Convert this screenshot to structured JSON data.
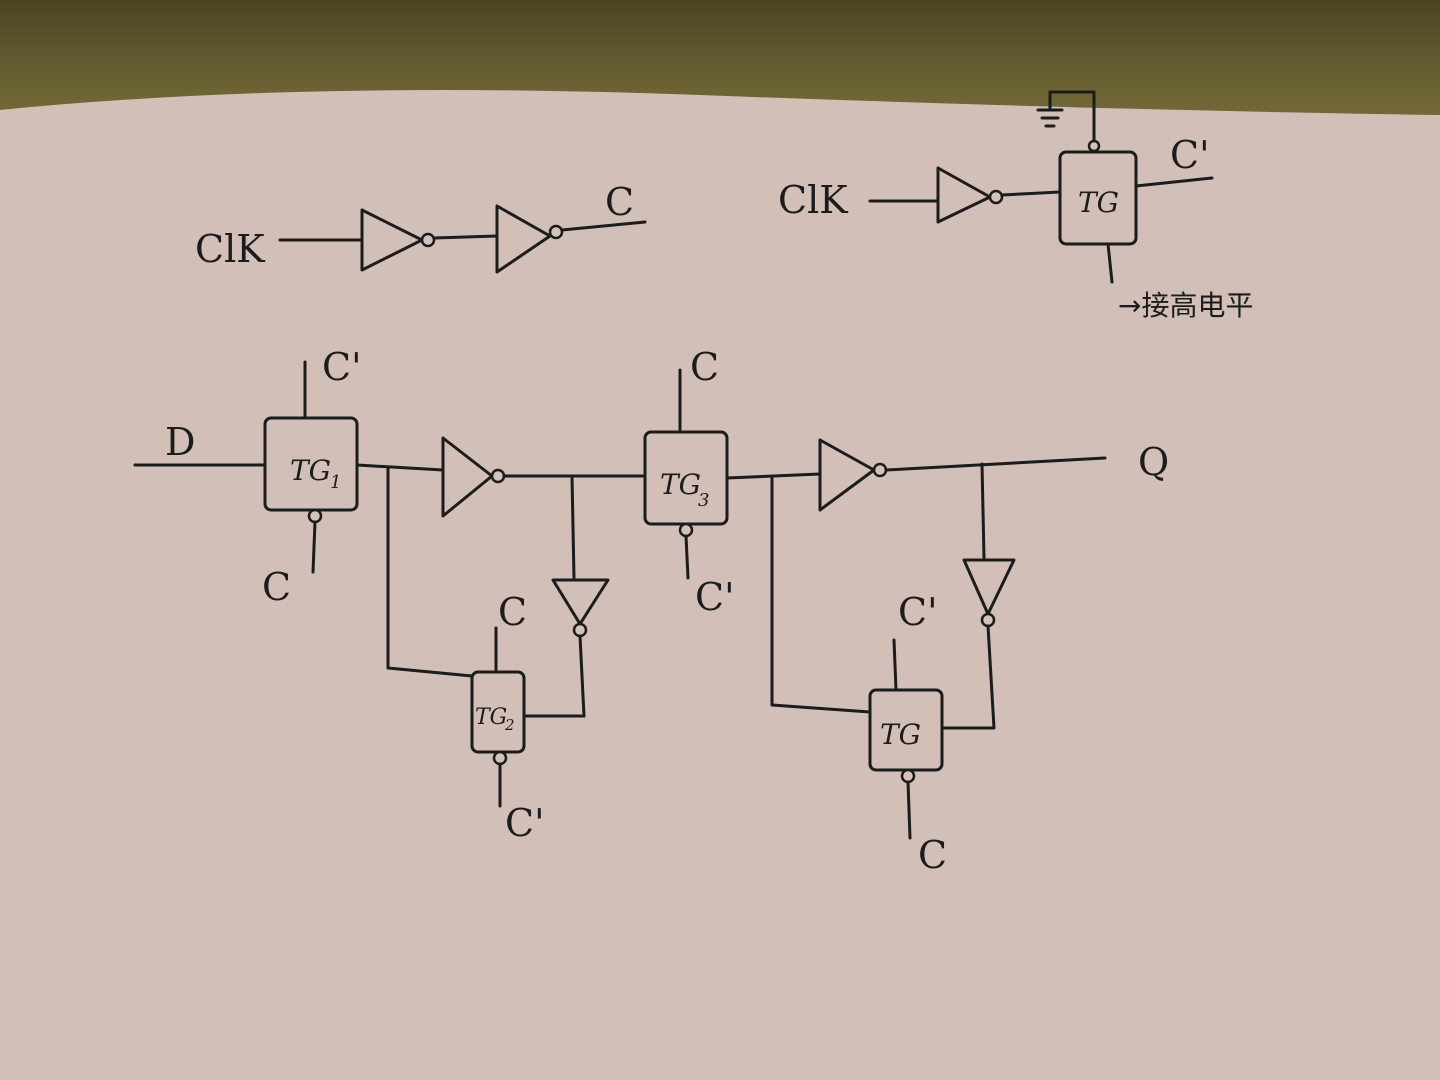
{
  "top_left": {
    "input": "ClK",
    "output": "C"
  },
  "top_right": {
    "input": "ClK",
    "gate": "TG",
    "output": "C'",
    "note": "→接高电平"
  },
  "main": {
    "input": "D",
    "output": "Q",
    "tg1": {
      "name": "TG",
      "sub": "1",
      "top": "C'",
      "bottom": "C"
    },
    "tg2": {
      "name": "TG",
      "sub": "2",
      "top": "C",
      "bottom": "C'"
    },
    "tg3": {
      "name": "TG",
      "sub": "3",
      "top": "C",
      "bottom": "C'"
    },
    "tg4": {
      "name": "TG",
      "top": "C'",
      "bottom": "C"
    }
  }
}
